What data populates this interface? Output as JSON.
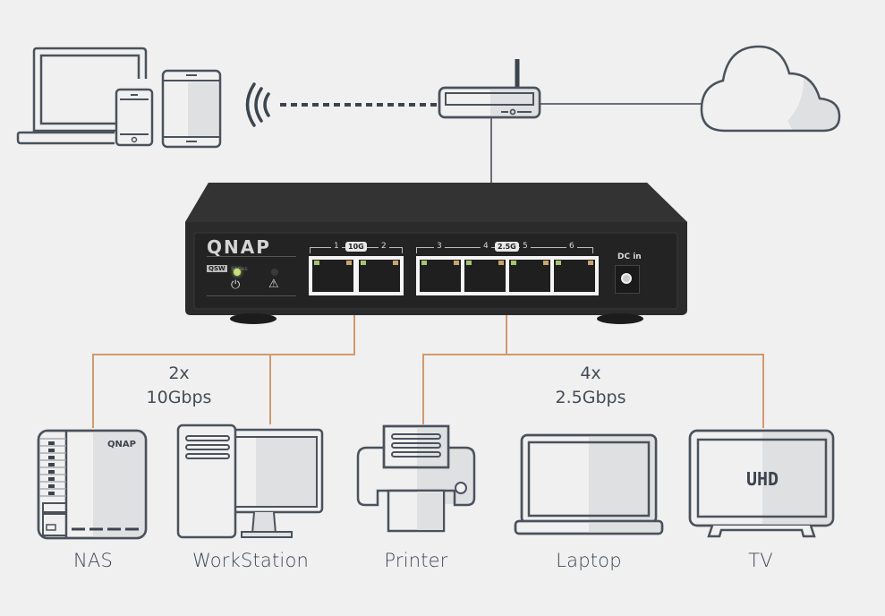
{
  "diagram": {
    "title": "QNAP QSW switch network topology",
    "colors": {
      "background": "#f0f0f0",
      "icon_stroke": "#4a525c",
      "icon_shade": "#dfe0e2",
      "uplink_line": "#6b7078",
      "downlink_line": "#d29a6a",
      "switch_body": "#2b2b2c"
    },
    "top": {
      "client_devices": [
        "laptop",
        "smartphone",
        "tablet"
      ],
      "wireless_link": "wifi-dashed",
      "router": "wireless-router",
      "internet": "cloud"
    },
    "switch": {
      "brand": "QNAP",
      "series_badge": "QSW",
      "series_text": "Series",
      "indicators": [
        "power",
        "warning"
      ],
      "port_group_10g": {
        "badge": "10G",
        "ports": [
          "1",
          "2"
        ]
      },
      "port_group_25g": {
        "badge": "2.5G",
        "ports": [
          "3",
          "4",
          "5",
          "6"
        ]
      },
      "dc_label": "DC in"
    },
    "links": [
      {
        "count": "2x",
        "speed": "10Gbps"
      },
      {
        "count": "4x",
        "speed": "2.5Gbps"
      }
    ],
    "devices": [
      {
        "label": "NAS",
        "icon": "nas",
        "brand": "QNAP"
      },
      {
        "label": "WorkStation",
        "icon": "workstation"
      },
      {
        "label": "Printer",
        "icon": "printer"
      },
      {
        "label": "Laptop",
        "icon": "laptop"
      },
      {
        "label": "TV",
        "icon": "tv",
        "screen_text": "UHD"
      }
    ]
  }
}
